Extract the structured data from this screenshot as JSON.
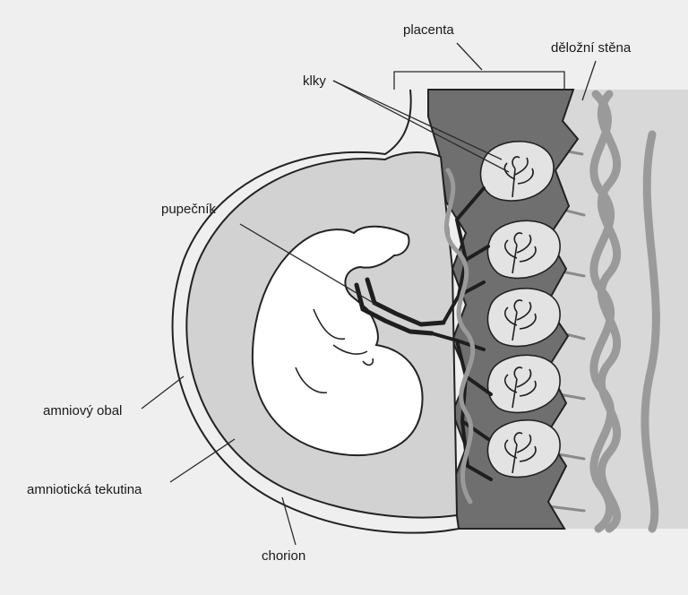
{
  "labels": {
    "placenta": "placenta",
    "uterine_wall": "děložní stěna",
    "villi": "klky",
    "umbilical_cord": "pupečník",
    "amnion": "amniový obal",
    "amniotic_fluid": "amniotická tekutina",
    "chorion": "chorion"
  },
  "colors": {
    "background": "#efefef",
    "uterine_wall": "#d8d8d8",
    "placenta_tissue": "#6f6f6f",
    "amniotic_fluid": "#d2d2d2",
    "vessels": "#1e1e1e",
    "spiral_arteries": "#9a9a9a",
    "outline": "#222222"
  }
}
